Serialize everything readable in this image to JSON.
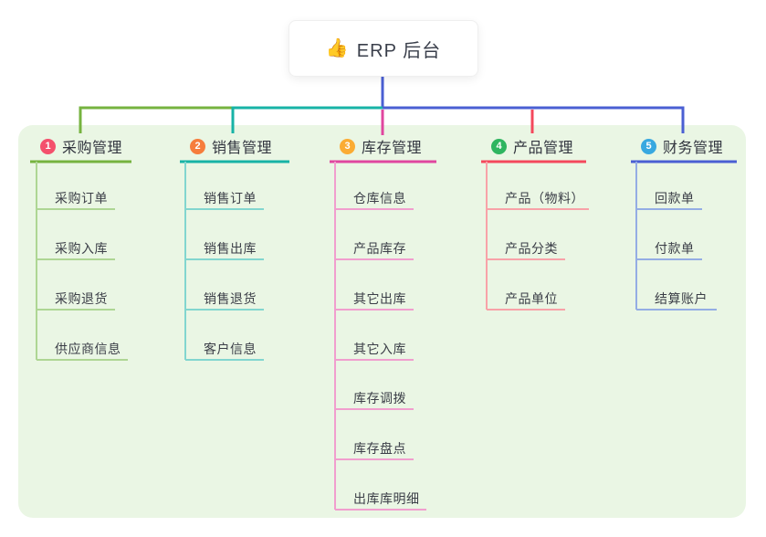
{
  "root": {
    "icon": "👍",
    "title": "ERP 后台"
  },
  "colors": {
    "canvas_bg": "#ffffff",
    "panel_bg": "#eaf6e4",
    "root_line": "#4a5fd3"
  },
  "branches": [
    {
      "index": "1",
      "label": "采购管理",
      "badge_color": "#f4506c",
      "line_color": "#76b33f",
      "child_line_color": "#aed694",
      "children": [
        "采购订单",
        "采购入库",
        "采购退货",
        "供应商信息"
      ]
    },
    {
      "index": "2",
      "label": "销售管理",
      "badge_color": "#f67d3c",
      "line_color": "#17b3a6",
      "child_line_color": "#82d6cf",
      "children": [
        "销售订单",
        "销售出库",
        "销售退货",
        "客户信息"
      ]
    },
    {
      "index": "3",
      "label": "库存管理",
      "badge_color": "#fbac33",
      "line_color": "#e0469f",
      "child_line_color": "#f19ece",
      "children": [
        "仓库信息",
        "产品库存",
        "其它出库",
        "其它入库",
        "库存调拨",
        "库存盘点",
        "出库库明细"
      ]
    },
    {
      "index": "4",
      "label": "产品管理",
      "badge_color": "#2fb560",
      "line_color": "#f4485c",
      "child_line_color": "#f8a2a8",
      "children": [
        "产品（物料）",
        "产品分类",
        "产品单位"
      ]
    },
    {
      "index": "5",
      "label": "财务管理",
      "badge_color": "#38a8e0",
      "line_color": "#4a5fd3",
      "child_line_color": "#94ade4",
      "children": [
        "回款单",
        "付款单",
        "结算账户"
      ]
    }
  ]
}
